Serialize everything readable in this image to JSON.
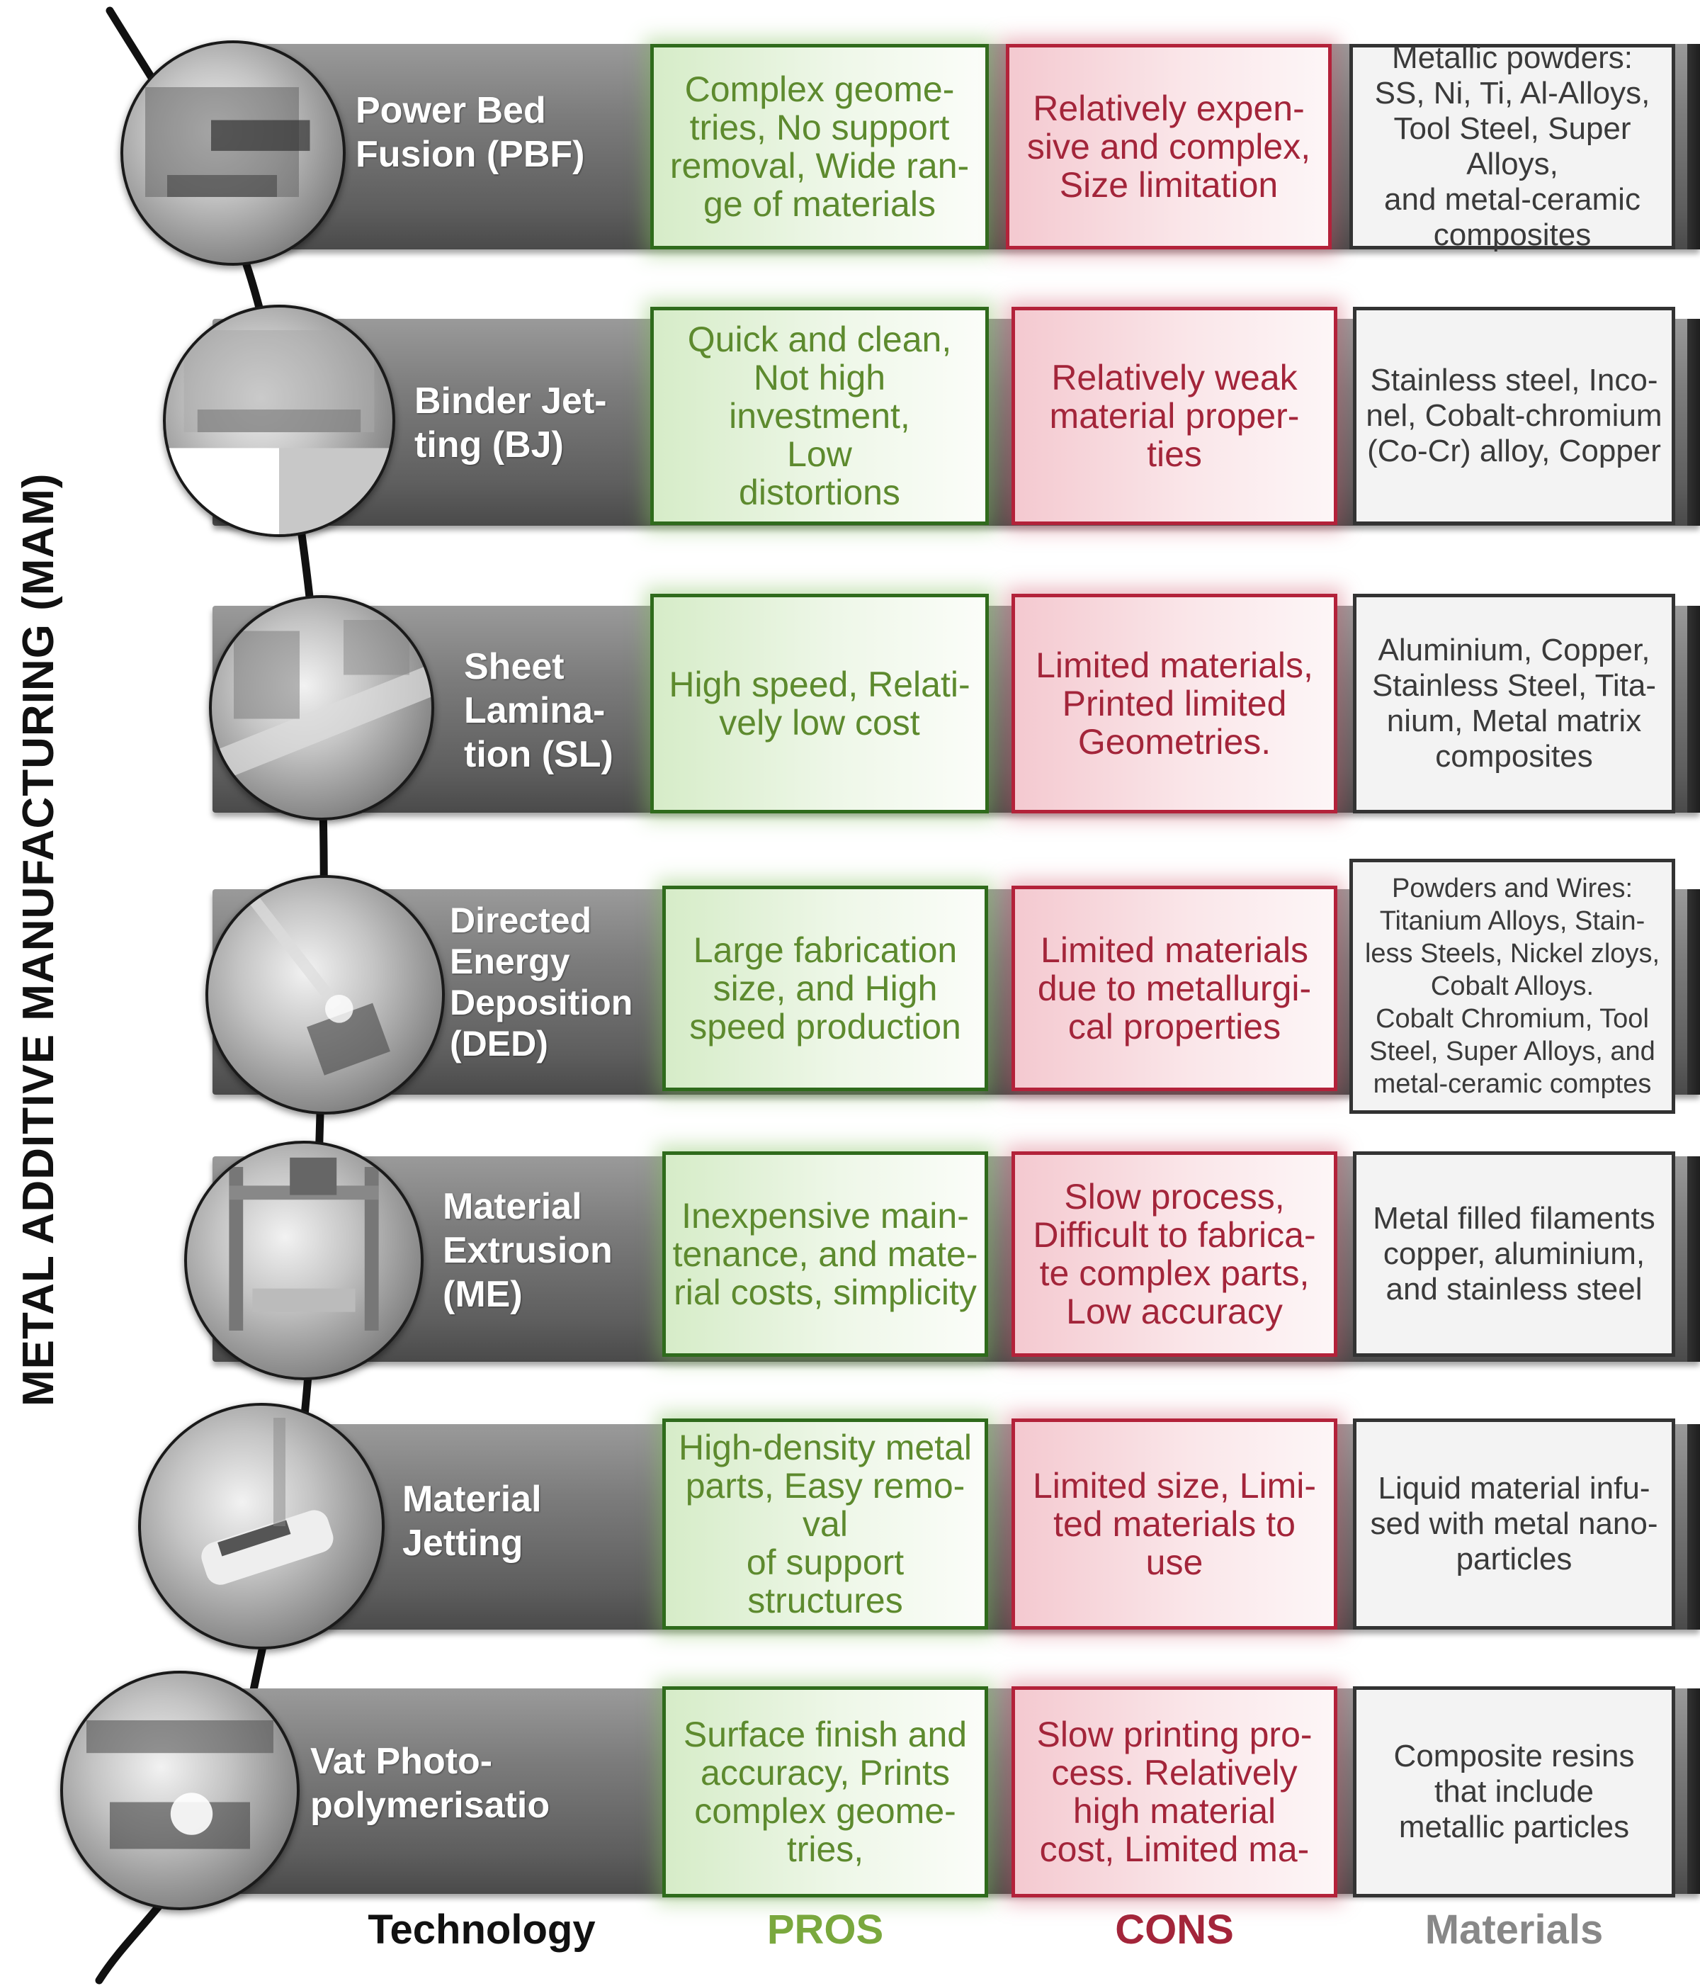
{
  "vertical_title": "METAL ADDITIVE MANUFACTURING (MAM)",
  "rows": [
    {
      "technology": "Power Bed\nFusion (PBF)",
      "pros": "Complex geome-\ntries, No support\nremoval, Wide ran-\nge of materials",
      "cons": "Relatively expen-\nsive and complex,\nSize limitation",
      "materials": "Metallic powders:\nSS, Ni, Ti, Al-Alloys,\nTool Steel, Super Alloys,\nand metal-ceramic\ncomposites"
    },
    {
      "technology": "Binder Jet-\nting (BJ)",
      "pros": "Quick and clean,\nNot high investment,\nLow\ndistortions",
      "cons": "Relatively weak\nmaterial proper-\nties",
      "materials": "Stainless steel, Inco-\nnel, Cobalt-chromium\n(Co-Cr) alloy, Copper"
    },
    {
      "technology": "Sheet\nLamina-\ntion (SL)",
      "pros": "High speed, Relati-\nvely low cost",
      "cons": "Limited materials,\nPrinted limited\nGeometries.",
      "materials": "Aluminium, Copper,\nStainless Steel, Tita-\nnium, Metal matrix\ncomposites"
    },
    {
      "technology": "Directed\nEnergy\nDeposition\n(DED)",
      "pros": "Large fabrication\nsize, and High\nspeed production",
      "cons": "Limited materials\ndue to metallurgi-\ncal properties",
      "materials": "Powders and Wires:\nTitanium Alloys, Stain-\nless Steels, Nickel zloys,\nCobalt Alloys.\nCobalt Chromium, Tool\nSteel, Super Alloys, and\nmetal-ceramic comptes"
    },
    {
      "technology": "Material\nExtrusion\n(ME)",
      "pros": "Inexpensive main-\ntenance, and mate-\nrial costs, simplicity",
      "cons": "Slow process,\nDifficult to fabrica-\nte complex parts,\nLow accuracy",
      "materials": "Metal filled filaments\ncopper, aluminium,\nand stainless steel"
    },
    {
      "technology": "Material\nJetting",
      "pros": "High-density metal\nparts, Easy remo-\nval\nof support\nstructures",
      "cons": "Limited size, Limi-\nted materials to\nuse",
      "materials": "Liquid material infu-\nsed with metal nano-\nparticles"
    },
    {
      "technology": "Vat Photo-\npolymerisatio",
      "pros": "Surface finish and\naccuracy, Prints\ncomplex geome-\ntries,",
      "cons": "Slow printing pro-\ncess. Relatively\nhigh material\ncost, Limited ma-",
      "materials": "Composite resins\nthat include\nmetallic particles"
    }
  ],
  "footer": {
    "technology": "Technology",
    "pros": "PROS",
    "cons": "CONS",
    "materials": "Materials"
  },
  "colors": {
    "pros_text": "#5d8a2e",
    "pros_border": "#2f6b1c",
    "cons_text": "#a3253a",
    "cons_border": "#b3223a",
    "materials_text": "#3a3a3a",
    "materials_header": "#888888",
    "band_gray": "#7c7c7c"
  },
  "icons": [
    "pbf-machine-photo",
    "binder-jetting-photo",
    "sheet-lamination-photo",
    "ded-nozzle-photo",
    "material-extrusion-printer-photo",
    "material-jetting-part-photo",
    "vat-photopolymerisation-photo"
  ]
}
